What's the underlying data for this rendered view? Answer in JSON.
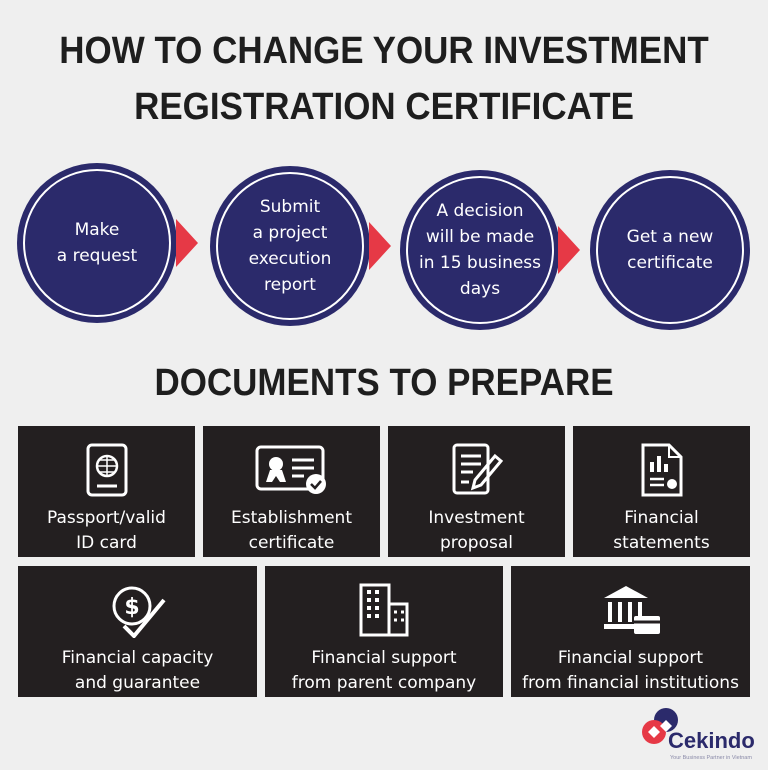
{
  "title_lines": [
    "HOW TO CHANGE YOUR INVESTMENT",
    "REGISTRATION CERTIFICATE"
  ],
  "steps": [
    {
      "label": "Make\na request"
    },
    {
      "label": "Submit\na project\nexecution\nreport"
    },
    {
      "label": "A decision\nwill be made\nin 15 business\ndays"
    },
    {
      "label": "Get a new\ncertificate"
    }
  ],
  "documents_heading": "DOCUMENTS TO PREPARE",
  "documents": [
    {
      "label": "Passport/valid\nID card",
      "icon": "passport-icon"
    },
    {
      "label": "Establishment\ncertificate",
      "icon": "certificate-icon"
    },
    {
      "label": "Investment\nproposal",
      "icon": "document-pen-icon"
    },
    {
      "label": "Financial\nstatements",
      "icon": "report-chart-icon"
    },
    {
      "label": "Financial capacity\nand guarantee",
      "icon": "dollar-check-icon"
    },
    {
      "label": "Financial support\nfrom parent company",
      "icon": "building-icon"
    },
    {
      "label": "Financial support\nfrom financial institutions",
      "icon": "bank-card-icon"
    }
  ],
  "logo": {
    "name": "Cekindo",
    "tagline": "Your Business Partner in Vietnam"
  },
  "colors": {
    "background": "#efefef",
    "navy": "#2b2a6b",
    "red": "#e63946",
    "box": "#231f20"
  }
}
